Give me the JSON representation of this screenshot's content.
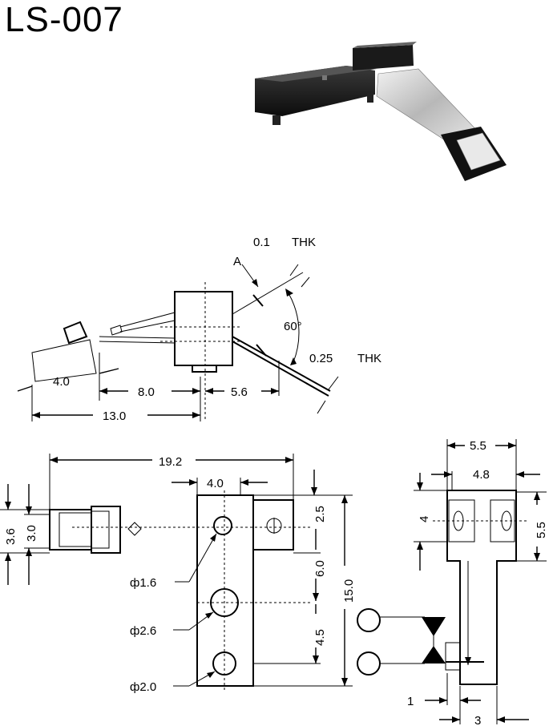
{
  "title": "LS-007",
  "side_view": {
    "thk_thin": "0.1",
    "thk_thin_unit": "THK",
    "point_a": "A",
    "angle": "60°",
    "thk_thick": "0.25",
    "thk_thick_unit": "THK",
    "dim_4_0": "4.0",
    "dim_8_0": "8.0",
    "dim_5_6": "5.6",
    "dim_13_0": "13.0"
  },
  "front_view": {
    "dim_19_2": "19.2",
    "dim_4_0": "4.0",
    "dim_2_5": "2.5",
    "dim_6_0": "6.0",
    "dim_15_0": "15.0",
    "dim_4_5": "4.5",
    "dim_3_6": "3.6",
    "dim_3_0": "3.0",
    "hole_1_6": "ф1.6",
    "hole_2_6": "ф2.6",
    "hole_2_0": "ф2.0"
  },
  "end_view": {
    "dim_5_5_top": "5.5",
    "dim_4_8": "4.8",
    "dim_4": "4",
    "dim_5_5_right": "5.5",
    "dim_1": "1",
    "dim_3": "3"
  }
}
